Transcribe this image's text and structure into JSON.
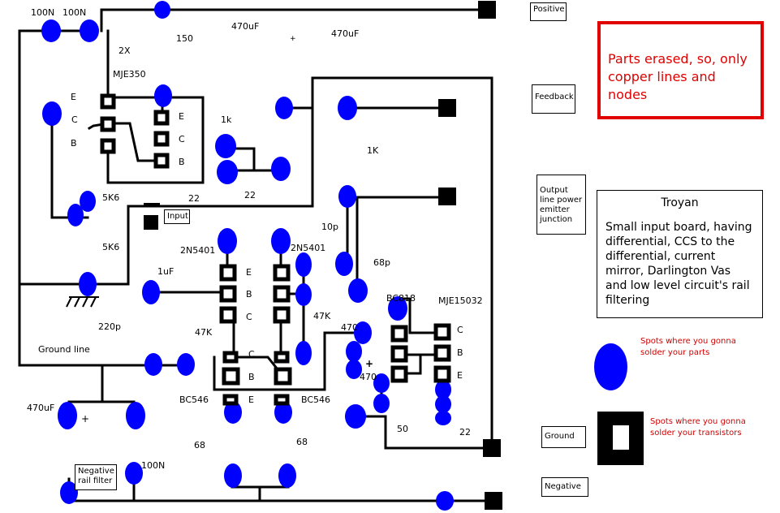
{
  "warning": "Parts erased, so, only copper lines and nodes",
  "info": {
    "title": "Troyan",
    "description": "Small input board, having differential, CCS to the differential, current mirror, Darlington Vas and low level circuit's rail filtering"
  },
  "legend": {
    "node_text": "Spots where you gonna solder your parts",
    "pad_text": "Spots where you gonna solder your transistors"
  },
  "boxes": {
    "positive": "Positive",
    "feedback": "Feedback",
    "output": "Output line power emitter junction",
    "ground": "Ground",
    "negative": "Negative",
    "input": "Input",
    "neg_filter": "Negative rail filter"
  },
  "labels": {
    "c100n_a": "100N",
    "c100n_b": "100N",
    "x2": "2X",
    "r150": "150",
    "c470uf_a": "470uF",
    "plus_a": "+",
    "c470uf_b": "470uF",
    "mje350": "MJE350",
    "pin_e1": "E",
    "pin_c1": "C",
    "pin_b1": "B",
    "pin_e2": "E",
    "pin_c2": "C",
    "pin_b2": "B",
    "r1k_a": "1k",
    "r1k_b": "1K",
    "r5k6_a": "5K6",
    "r22_a": "22",
    "r22_b": "22",
    "r5k6_b": "5K6",
    "q2n5401_a": "2N5401",
    "q2n5401_b": "2N5401",
    "c10p": "10p",
    "c1uf": "1uF",
    "pin_e3": "E",
    "pin_b3": "B",
    "pin_c3": "C",
    "c68p": "68p",
    "bc818": "BC818",
    "mje15032": "MJE15032",
    "r47k_a": "47K",
    "r47k_b": "47K",
    "c220p": "220p",
    "r470_a": "470",
    "pin_c4": "C",
    "pin_b4": "B",
    "pin_e4": "E",
    "ground_line": "Ground line",
    "pin_c5": "C",
    "pin_b5": "B",
    "plus_b": "+",
    "r470_b": "470",
    "bc546_a": "BC546",
    "pin_e5": "E",
    "bc546_b": "BC546",
    "c470uf_c": "470uF",
    "plus_c": "+",
    "r50": "50",
    "r22_c": "22",
    "r68_a": "68",
    "r68_b": "68",
    "c100n_c": "100N"
  }
}
